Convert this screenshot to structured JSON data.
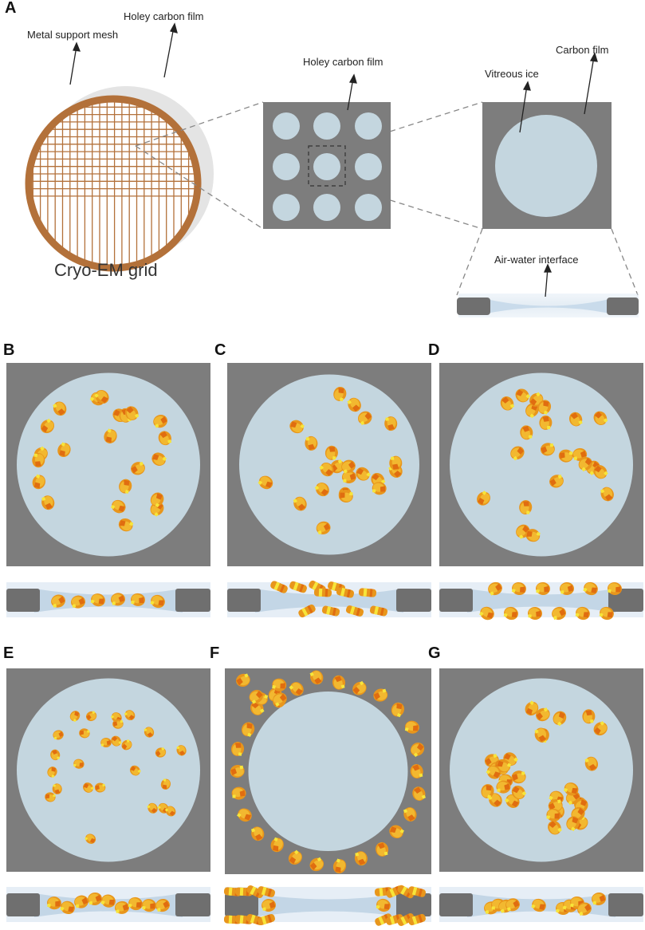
{
  "panel_a": {
    "letter": "A",
    "label_metal_mesh": "Metal support mesh",
    "label_holey_film_grid": "Holey carbon film",
    "label_holey_film_square": "Holey carbon film",
    "label_vitreous_ice": "Vitreous ice",
    "label_carbon_film": "Carbon film",
    "label_air_water": "Air-water interface",
    "caption": "Cryo-EM grid"
  },
  "panels": [
    {
      "letter": "B"
    },
    {
      "letter": "C"
    },
    {
      "letter": "D"
    },
    {
      "letter": "E"
    },
    {
      "letter": "F"
    },
    {
      "letter": "G"
    }
  ],
  "colors": {
    "carbon": "#7d7d7d",
    "ice": "#c4d6df",
    "mesh": "#b3713a",
    "particle": "#e8961c",
    "particle_face": "#f2b830",
    "cut": "#e06d10",
    "highlight": "#f7e53a"
  }
}
